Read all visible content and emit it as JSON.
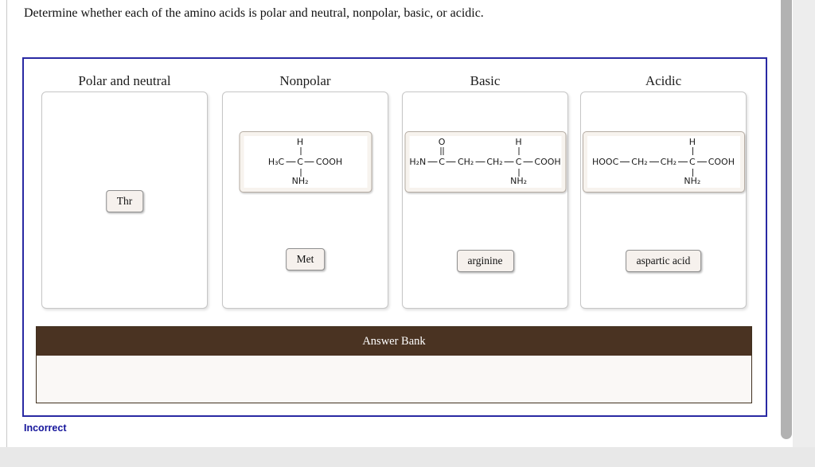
{
  "page": {
    "title": "Determine whether each of the amino acids is polar and neutral, nonpolar, basic, or acidic.",
    "answer_bank_label": "Answer Bank",
    "status": "Incorrect"
  },
  "colors": {
    "box_border": "#2929a3",
    "answer_bank_header_bg": "#4a3322",
    "answer_bank_border": "#40301f",
    "status_text": "#15159b",
    "chip_bg": "#f6f1ed",
    "card_bg": "#f7f3ee"
  },
  "categories": [
    {
      "label": "Polar and neutral",
      "chip": "Thr"
    },
    {
      "label": "Nonpolar",
      "chip": "Met"
    },
    {
      "label": "Basic",
      "chip": "arginine"
    },
    {
      "label": "Acidic",
      "chip": "aspartic acid"
    }
  ],
  "structures": {
    "nonpolar": {
      "chain": [
        {
          "t": "H₃C"
        },
        {
          "t": "C",
          "above": "H",
          "below": "NH₂"
        },
        {
          "t": "COOH"
        }
      ]
    },
    "basic": {
      "chain": [
        {
          "t": "H₂N"
        },
        {
          "t": "C",
          "above": "O",
          "double_above": true
        },
        {
          "t": "CH₂"
        },
        {
          "t": "CH₂"
        },
        {
          "t": "C",
          "above": "H",
          "below": "NH₂"
        },
        {
          "t": "COOH"
        }
      ]
    },
    "acidic": {
      "chain": [
        {
          "t": "HOOC"
        },
        {
          "t": "CH₂"
        },
        {
          "t": "CH₂"
        },
        {
          "t": "C",
          "above": "H",
          "below": "NH₂"
        },
        {
          "t": "COOH"
        }
      ]
    }
  }
}
